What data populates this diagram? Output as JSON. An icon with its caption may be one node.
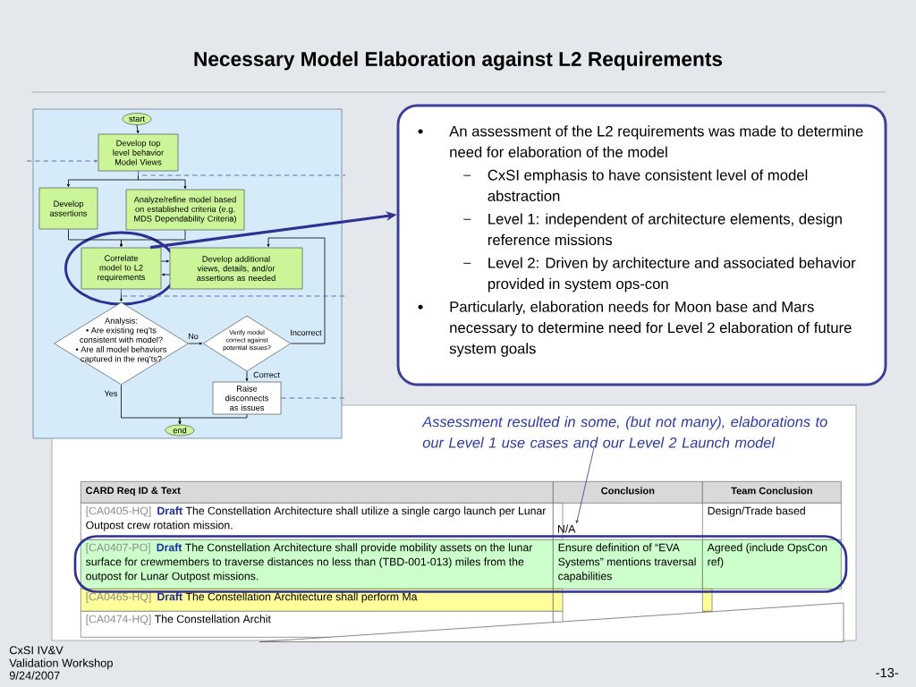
{
  "diagram": {
    "title": "Necessary Model Elaboration against L2 Requirements",
    "nodes": [
      {
        "text": [
          "start"
        ]
      },
      {
        "text": [
          "Develop top level behavior Model Views"
        ]
      },
      {
        "text": [
          "Develop assertions"
        ]
      },
      {
        "text": [
          "Analyze/refine model based on established criteria (e.g. MDS Dependability Criteria)"
        ]
      },
      {
        "text": [
          "Correlate model to L2 requirements"
        ]
      },
      {
        "text": [
          "Develop additional views, details, and/or assertions as needed"
        ]
      },
      {
        "text": [
          "Analysis:",
          "• Are existing req’ts consistent with model?",
          "• Are all model behaviors captured in the req’ts?"
        ]
      },
      {
        "text": [
          "Verify model correct against potential issues?"
        ]
      },
      {
        "text": [
          "Raise disconnects as issues"
        ]
      },
      {
        "text": [
          "end"
        ]
      },
      {
        "text": [
          "An assessment of the L2 requirements was made to determine need for elaboration of the model",
          "CxSI emphasis to have consistent level of model abstraction",
          "Level 1: independent of architecture elements, design reference missions",
          "Level 2: Driven by architecture and associated behavior provided in system ops-con",
          "Particularly, elaboration needs for Moon base and Mars necessary to determine need for Level 2 elaboration of future system goals"
        ]
      },
      {
        "text": [
          "Assessment resulted in some, (but not many), elaborations to our Level 1 use cases and our Level 2 Launch model"
        ]
      },
      {
        "text": [
          "N/A"
        ]
      }
    ],
    "edges": [
      {
        "from": 0,
        "to": 1,
        "arrow": "to"
      },
      {
        "from": 1,
        "to": 2,
        "arrow": "to"
      },
      {
        "from": 1,
        "to": 3,
        "arrow": "to"
      },
      {
        "from": 2,
        "to": 4,
        "arrow": "to"
      },
      {
        "from": 3,
        "to": 4,
        "arrow": "to"
      },
      {
        "from": 4,
        "to": 5,
        "arrow": "to"
      },
      {
        "from": 5,
        "to": 4,
        "arrow": "to"
      },
      {
        "from": 4,
        "to": 6,
        "arrow": "to"
      },
      {
        "from": 6,
        "to": 7,
        "arrow": "to",
        "label": "No"
      },
      {
        "from": 7,
        "to": 5,
        "arrow": "to",
        "label": "Incorrect"
      },
      {
        "from": 7,
        "to": 8,
        "arrow": "to",
        "label": "Correct"
      },
      {
        "from": 6,
        "to": 9,
        "arrow": "to",
        "label": "Yes"
      },
      {
        "from": 8,
        "to": 9,
        "arrow": "to"
      },
      {
        "from": null,
        "to": 1,
        "arrow": "to",
        "style": "dashed",
        "color": "#5b6fae"
      },
      {
        "from": 1,
        "to": null,
        "arrow": "none",
        "style": "dashed",
        "color": "#5b6fae"
      },
      {
        "from": 4,
        "to": null,
        "arrow": "none",
        "style": "dashed",
        "color": "#5b6fae"
      },
      {
        "from": 8,
        "to": null,
        "arrow": "none",
        "style": "dashed",
        "color": "#5b6fae"
      },
      {
        "from": 4,
        "to": 10,
        "arrow": "to",
        "style": "thick",
        "color": "#2e3192"
      },
      {
        "from": 11,
        "to": 12,
        "arrow": "to",
        "color": "#2e3192"
      }
    ],
    "labels": [
      "CARD Req ID & Text",
      "Conclusion",
      "Team Conclusion",
      "[CA0405-HQ]",
      "Draft",
      "The Constellation Architecture shall utilize a single cargo launch per Lunar Outpost crew rotation mission.",
      "Design/Trade based",
      "[CA0407-PO]",
      "Draft",
      "The Constellation Architecture shall provide mobility assets on the lunar surface for crewmembers to traverse distances no less than (TBD-001-013) miles from the outpost for Lunar Outpost missions.",
      "Ensure definition of “EVA Systems” mentions traversal capabilities",
      "Agreed (include OpsCon ref)",
      "[CA0465-HQ]",
      "Draft",
      "The Constellation Architecture shall perform Ma",
      "[CA0474-HQ]",
      "The Constellation Archit",
      "CxSI IV&V",
      "Validation Workshop",
      "9/24/2007",
      "-13-"
    ]
  }
}
